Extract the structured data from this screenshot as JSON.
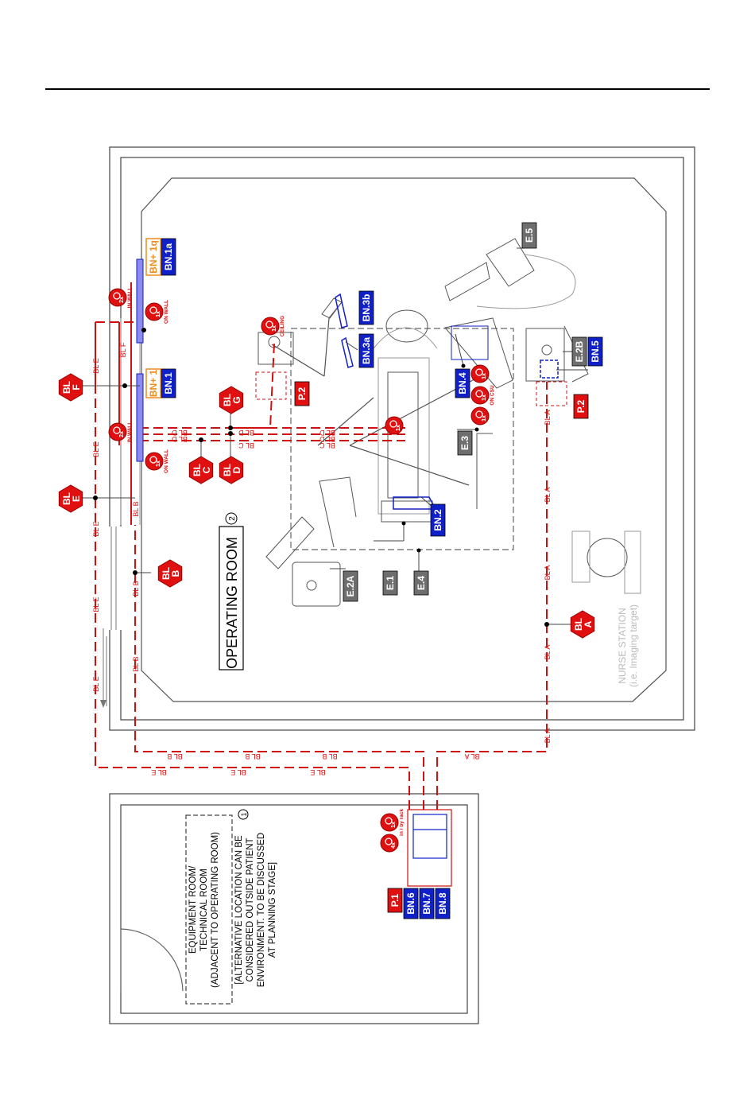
{
  "rooms": {
    "operating_room": {
      "label": "OPERATING ROOM",
      "number": "2"
    },
    "equipment_room": {
      "number": "1",
      "lines": [
        "EQUIPMENT ROOM/",
        "TECHNICAL ROOM",
        "(ADJACENT TO OPERATING ROOM)"
      ],
      "note": [
        "[ALTERNATIVE LOCATION CAN BE",
        "CONSIDERED OUTSIDE PATIENT",
        "ENVIRONMENT. TO BE DISCUSSED",
        "AT PLANNING STAGE]"
      ]
    },
    "nurse_station": {
      "lines": [
        "NURSE STATION",
        "(i.e. Imaging target)"
      ]
    }
  },
  "bn_tags": {
    "bn1a": "BN.1a",
    "bn1q": "BN+ 1q",
    "bn1": "BN.1",
    "bn1plus": "BN+ 1",
    "bn2": "BN.2",
    "bn3a": "BN.3a",
    "bn3b": "BN.3b",
    "bn4": "BN.4",
    "bn5": "BN.5",
    "bn6": "BN.6",
    "bn7": "BN.7",
    "bn8": "BN.8"
  },
  "e_tags": {
    "e1": "E.1",
    "e2a": "E.2A",
    "e2b": "E.2B",
    "e3": "E.3",
    "e4": "E.4",
    "e5": "E.5"
  },
  "p_tags": {
    "p1": "P.1",
    "p2_left": "P.2",
    "p2_right": "P.2"
  },
  "bl_hex": {
    "a": [
      "BL",
      "A"
    ],
    "b": [
      "BL",
      "B"
    ],
    "c": [
      "BL",
      "C"
    ],
    "d": [
      "BL",
      "D"
    ],
    "e_top": [
      "BL",
      "E"
    ],
    "f": [
      "BL",
      "F"
    ],
    "g": [
      "BL",
      "G"
    ]
  },
  "line_labels": {
    "bla": "BL A",
    "blb": "BL B",
    "blc": "BL C",
    "bld": "BL D",
    "ble": "BL E",
    "blf": "BL F"
  },
  "sockets": {
    "in_wall": "IN WALL",
    "on_wall": "ON WALL",
    "ceiling": "CEILING",
    "on_csu": "ON CSU",
    "rack": "in / by rack",
    "c2x": "2x",
    "c1x": "1x",
    "c4x": "4x"
  },
  "colors": {
    "red": "#e01010",
    "blue": "#1020c8",
    "orange": "#f28c1c",
    "gray": "#6e6e6e"
  }
}
